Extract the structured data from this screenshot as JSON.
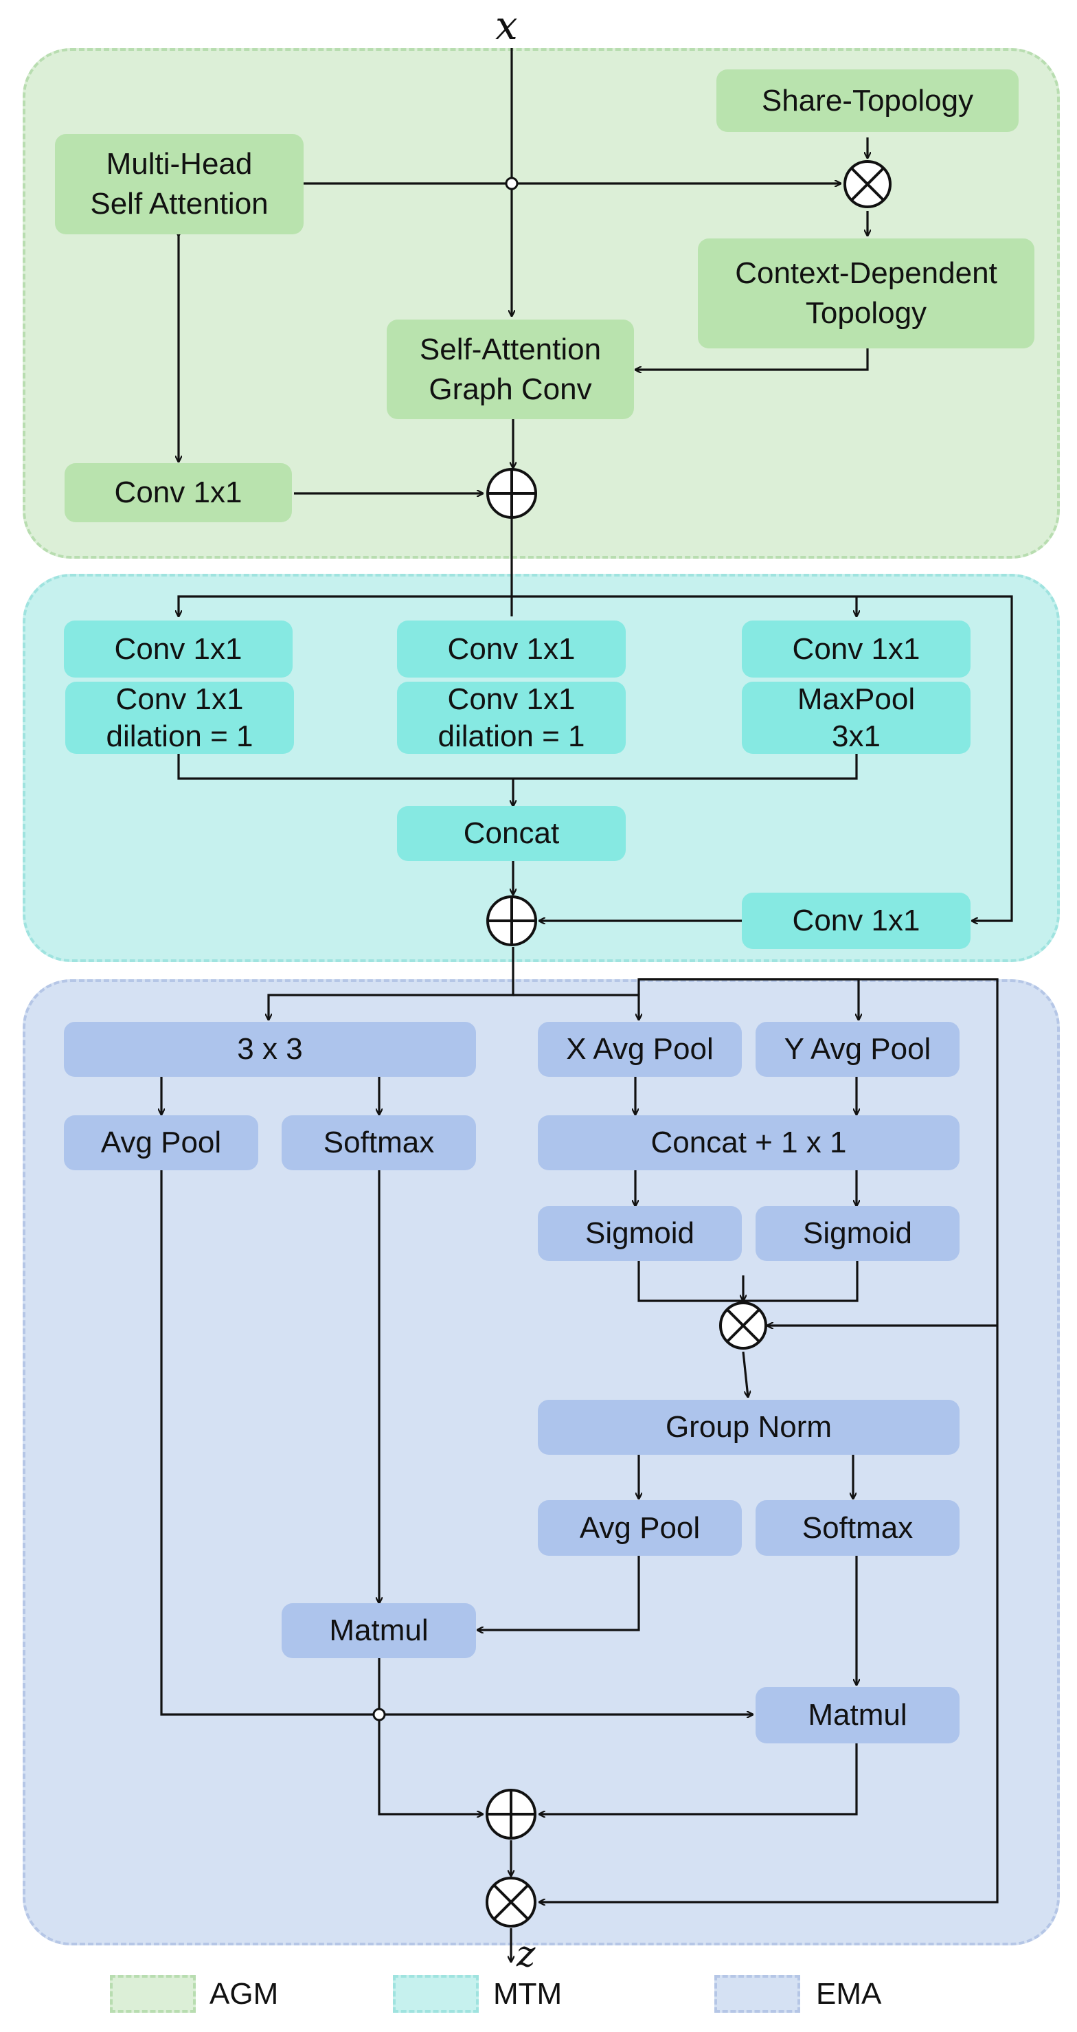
{
  "inputs": {
    "x": "x",
    "z": "z"
  },
  "agm": {
    "multi_head": [
      "Multi-Head",
      "Self Attention"
    ],
    "share_topology": "Share-Topology",
    "context_dependent": [
      "Context-Dependent",
      "Topology"
    ],
    "sagc": [
      "Self-Attention",
      "Graph Conv"
    ],
    "conv": "Conv 1x1"
  },
  "mtm": {
    "branch1": {
      "top": "Conv 1x1",
      "bottom": [
        "Conv 1x1",
        "dilation = 1"
      ]
    },
    "branch2": {
      "top": "Conv 1x1",
      "bottom": [
        "Conv 1x1",
        "dilation = 1"
      ]
    },
    "branch3": {
      "top": "Conv 1x1",
      "bottom": [
        "MaxPool",
        "3x1"
      ]
    },
    "concat": "Concat",
    "residual_conv": "Conv 1x1"
  },
  "ema": {
    "conv3x3": "3 x 3",
    "avgpool_left": "Avg Pool",
    "softmax_left": "Softmax",
    "x_avg_pool": "X Avg Pool",
    "y_avg_pool": "Y Avg Pool",
    "concat_1x1": "Concat + 1 x 1",
    "sigmoid_x": "Sigmoid",
    "sigmoid_y": "Sigmoid",
    "group_norm": "Group Norm",
    "avgpool_right": "Avg Pool",
    "softmax_right": "Softmax",
    "matmul_left": "Matmul",
    "matmul_right": "Matmul"
  },
  "legend": [
    {
      "label": "AGM",
      "color": "#dcefd7",
      "border": "#b8ddb0"
    },
    {
      "label": "MTM",
      "color": "#c6f1ee",
      "border": "#9fe3df"
    },
    {
      "label": "EMA",
      "color": "#d5e1f3",
      "border": "#b5c6e6"
    }
  ]
}
